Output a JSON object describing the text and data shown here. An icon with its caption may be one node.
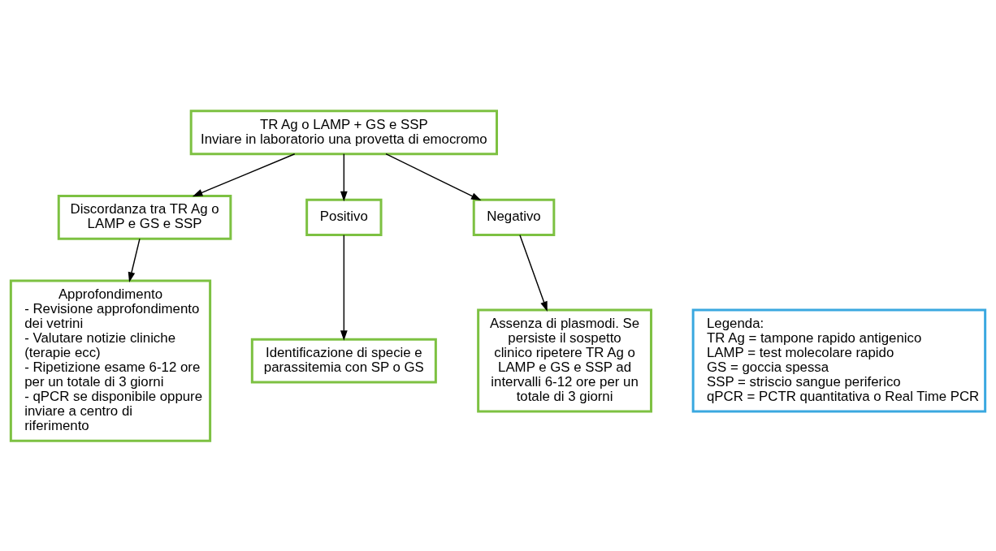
{
  "diagram": {
    "nodes": [
      {
        "text": [
          "TR Ag o LAMP + GS e SSP",
          "Inviare in laboratorio una provetta di emocromo"
        ]
      },
      {
        "text": [
          "Discordanza tra TR Ag o LAMP e GS e SSP"
        ]
      },
      {
        "text": [
          "Positivo"
        ]
      },
      {
        "text": [
          "Negativo"
        ]
      },
      {
        "text": [
          "Approfondimento",
          "- Revisione approfondimento dei vetrini",
          "- Valutare notizie cliniche (terapie ecc)",
          "- Ripetizione esame 6-12 ore per un totale di 3 giorni",
          "- qPCR se disponibile oppure inviare a centro di riferimento"
        ]
      },
      {
        "text": [
          "Identificazione di specie e parassitemia con SP o GS"
        ]
      },
      {
        "text": [
          "Assenza di plasmodi. Se persiste il sospetto clinico ripetere TR Ag o LAMP e GS e SSP ad intervalli 6-12 ore per un totale di 3 giorni"
        ]
      },
      {
        "text": [
          "Legenda:",
          "TR Ag = tampone rapido antigenico",
          "LAMP = test molecolare rapido",
          "GS = goccia spessa",
          "SSP = striscio sangue periferico",
          "qPCR = PCTR quantitativa o Real Time PCR"
        ]
      }
    ],
    "edges": [
      {
        "from": 0,
        "to": 1,
        "arrow": "to"
      },
      {
        "from": 0,
        "to": 2,
        "arrow": "to"
      },
      {
        "from": 0,
        "to": 3,
        "arrow": "to"
      },
      {
        "from": 1,
        "to": 4,
        "arrow": "to"
      },
      {
        "from": 2,
        "to": 5,
        "arrow": "to"
      },
      {
        "from": 3,
        "to": 6,
        "arrow": "to"
      }
    ]
  }
}
